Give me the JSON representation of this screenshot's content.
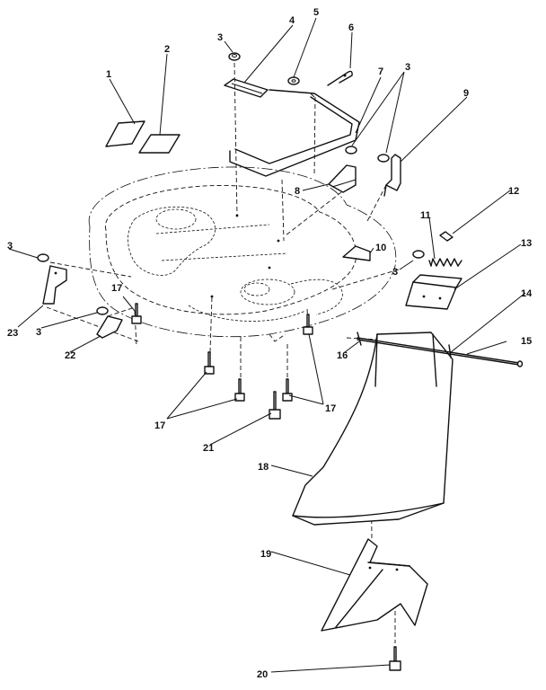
{
  "callouts": {
    "c1": "1",
    "c2": "2",
    "c3a": "3",
    "c3b": "3",
    "c3c": "3",
    "c3d": "3",
    "c3e": "3",
    "c4": "4",
    "c5": "5",
    "c6": "6",
    "c7": "7",
    "c8": "8",
    "c9": "9",
    "c10": "10",
    "c11": "11",
    "c12": "12",
    "c13": "13",
    "c14": "14",
    "c15": "15",
    "c16": "16",
    "c17a": "17",
    "c17b": "17",
    "c17c": "17",
    "c18": "18",
    "c19": "19",
    "c20": "20",
    "c21": "21",
    "c22": "22",
    "c23": "23"
  }
}
